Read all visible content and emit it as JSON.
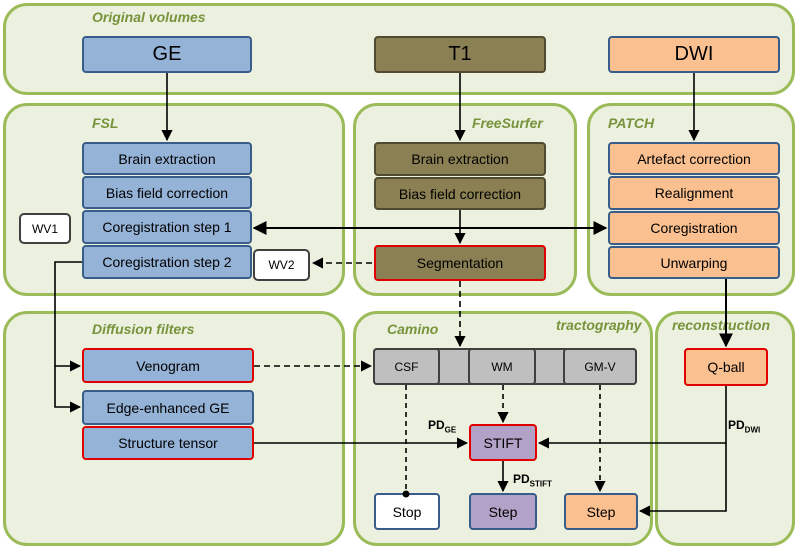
{
  "panels": {
    "original": "Original volumes",
    "fsl": "FSL",
    "freesurfer": "FreeSurfer",
    "patch": "PATCH",
    "diffusion": "Diffusion filters",
    "camino": "Camino",
    "tractography": "tractography",
    "reconstruction": "reconstruction"
  },
  "inputs": {
    "ge": "GE",
    "t1": "T1",
    "dwi": "DWI"
  },
  "fsl_steps": [
    "Brain extraction",
    "Bias field correction",
    "Coregistration step 1",
    "Coregistration step 2"
  ],
  "wv": {
    "wv1": "WV1",
    "wv2": "WV2"
  },
  "freesurfer_steps": [
    "Brain extraction",
    "Bias field correction",
    "Segmentation"
  ],
  "patch_steps": [
    "Artefact correction",
    "Realignment",
    "Coregistration",
    "Unwarping"
  ],
  "filters": [
    "Venogram",
    "Edge-enhanced GE",
    "Structure tensor"
  ],
  "tissues": [
    "CSF",
    "WM",
    "GM-V"
  ],
  "qball": "Q-ball",
  "stift": "STIFT",
  "outputs": [
    "Stop",
    "Step",
    "Step"
  ],
  "pd_labels": {
    "ge": {
      "main": "PD",
      "sub": "GE"
    },
    "dwi": {
      "main": "PD",
      "sub": "DWI"
    },
    "stift": {
      "main": "PD",
      "sub": "STIFT"
    }
  },
  "colors": {
    "panel_fill": "#ebf1de",
    "panel_border": "#9bbb59",
    "title": "#77933c",
    "ge_blue": "#95b3d7",
    "t1_olive": "#8b8053",
    "dwi_peach": "#fac090",
    "tissue_gray": "#bfbfbf",
    "stift_purple": "#b3a2c7",
    "highlight_red": "#e00000"
  }
}
